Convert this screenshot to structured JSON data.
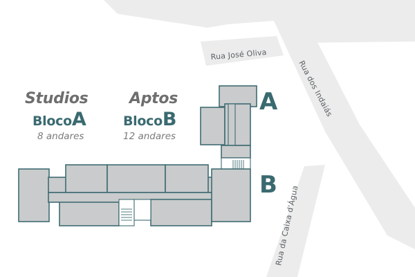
{
  "streets": {
    "jose_oliva": "Rua José Oliva",
    "indaias": "Rua dos Indaiás",
    "caixa_dagua": "Rua da Caixa d'Água"
  },
  "blocks": {
    "a": {
      "category": "Studios",
      "prefix": "Bloco",
      "letter": "A",
      "floors": "8 andares"
    },
    "b": {
      "category": "Aptos",
      "prefix": "Bloco",
      "letter": "B",
      "floors": "12 andares"
    }
  },
  "map_labels": {
    "a": "A",
    "b": "B"
  },
  "colors": {
    "accent": "#3a6a70",
    "building_fill": "#c9cbcc",
    "building_stroke": "#3f6c72",
    "road": "#ececec",
    "label_gray": "#6e6e6e"
  }
}
